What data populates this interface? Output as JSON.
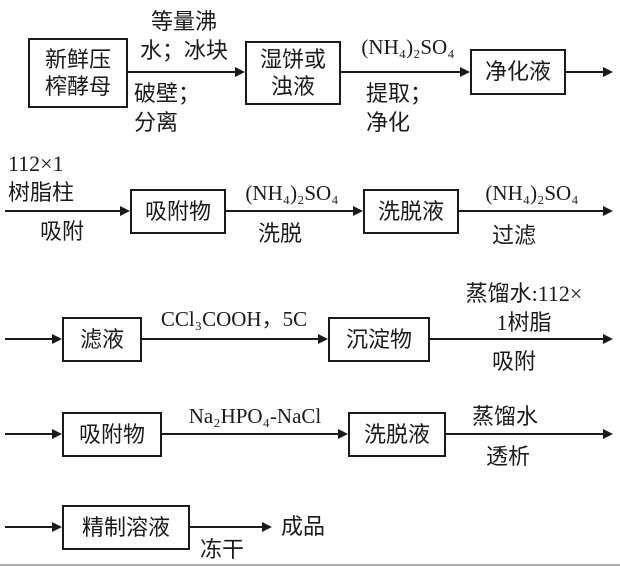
{
  "flow": {
    "r1": {
      "box1": "新鲜压\n榨酵母",
      "a1_above": "等量沸\n水；冰块",
      "a1_below": "破壁；\n分离",
      "box2": "湿饼或\n浊液",
      "a2_above": "(NH₄)₂SO₄",
      "a2_below": "提取；\n净化",
      "box3": "净化液"
    },
    "r2": {
      "in_above": "112×1\n树脂柱",
      "in_below": "吸附",
      "box1": "吸附物",
      "a1_above": "(NH₄)₂SO₄",
      "a1_below": "洗脱",
      "box2": "洗脱液",
      "out_above": "(NH₄)₂SO₄",
      "out_below": "过滤"
    },
    "r3": {
      "box1": "滤液",
      "a1_above": "CCl₃COOH，5C",
      "box2": "沉淀物",
      "out_above": "蒸馏水:112×\n1树脂",
      "out_below": "吸附"
    },
    "r4": {
      "box1": "吸附物",
      "a1_above": "Na₂HPO₄-NaCl",
      "box2": "洗脱液",
      "out_above": "蒸馏水",
      "out_below": "透析"
    },
    "r5": {
      "box1": "精制溶液",
      "a1_below": "冻干",
      "end": "成品"
    }
  },
  "colors": {
    "line": "#1a1a1a"
  }
}
